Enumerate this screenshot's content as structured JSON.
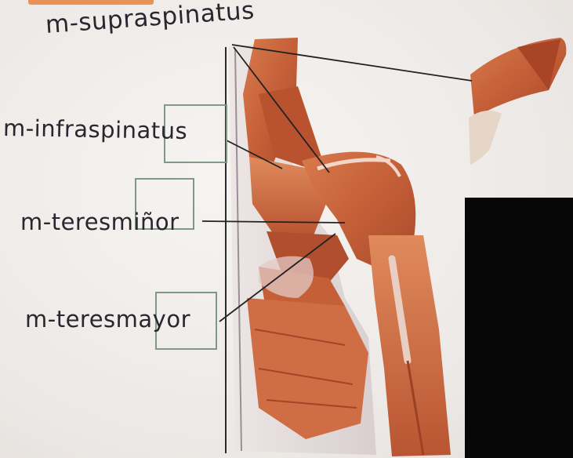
{
  "labels": {
    "supraspinatus": "m-supraspinatus",
    "infraspinatus": "m-infraspinatus",
    "teres_minor": "m-teresmiñor",
    "teres_mayor": "m-teresmayor"
  },
  "colors": {
    "paper": "#f1eeec",
    "ink": "#2a2630",
    "muscle": "#c8643c",
    "muscle_light": "#e6a07a",
    "box": "#7e9a86",
    "panel": "#070707"
  }
}
